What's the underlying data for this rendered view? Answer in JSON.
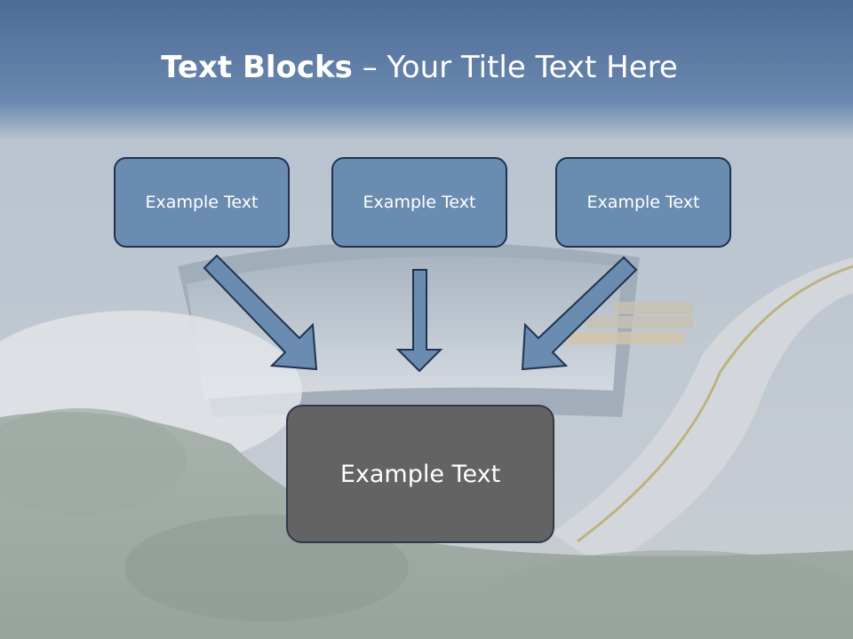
{
  "slide": {
    "title_bold": "Text Blocks",
    "title_dash": " – ",
    "title_rest": "Your Title Text Here"
  },
  "boxes": [
    {
      "label": "Example Text"
    },
    {
      "label": "Example Text"
    },
    {
      "label": "Example Text"
    }
  ],
  "main_box": {
    "label": "Example Text"
  },
  "colors": {
    "header_band": "#5a7ba4",
    "box_fill": "#6b8cb1",
    "box_border": "#1f3250",
    "main_box_fill": "#636363",
    "arrow_fill": "#6b8cb1"
  }
}
